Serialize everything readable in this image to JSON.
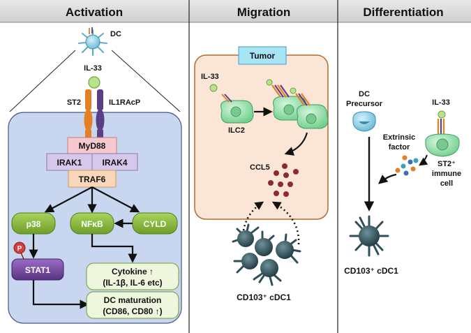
{
  "panels": {
    "activation": {
      "header": "Activation",
      "dc_label": "DC",
      "il33_label": "IL-33",
      "st2_label": "ST2",
      "il1racp_label": "IL1RAcP",
      "myd88": "MyD88",
      "irak1": "IRAK1",
      "irak4": "IRAK4",
      "traf6": "TRAF6",
      "p38": "p38",
      "nfkb": "NFκB",
      "cyld": "CYLD",
      "phospho": "P",
      "stat1": "STAT1",
      "cytokine_line1": "Cytokine ↑",
      "cytokine_line2": "(IL-1β, IL-6 etc)",
      "dcmat_line1": "DC maturation",
      "dcmat_line2": "(CD86, CD80 ↑)"
    },
    "migration": {
      "header": "Migration",
      "tumor_label": "Tumor",
      "il33_label": "IL-33",
      "ilc2_label": "ILC2",
      "ccl5_label": "CCL5",
      "cdc1_label": "CD103⁺ cDC1"
    },
    "differentiation": {
      "header": "Differentiation",
      "precursor_line1": "DC",
      "precursor_line2": "Precursor",
      "il33_label": "IL-33",
      "extrinsic_line1": "Extrinsic",
      "extrinsic_line2": "factor",
      "st2_line1": "ST2⁺",
      "st2_line2": "immune",
      "st2_line3": "cell",
      "cdc1_label": "CD103⁺ cDC1"
    }
  },
  "colors": {
    "header_bg": "#d9d9d9",
    "signal_box": "#c9d6f0",
    "myd88": "#f6c9ce",
    "irak": "#d6c8ea",
    "traf6": "#fad7b8",
    "green_node": "#8cbc3e",
    "stat1": "#7b4fa3",
    "outcome_box": "#eef7dd",
    "tumor_bg": "#fbe5d6",
    "tumor_border": "#b36b2d",
    "tumor_tag": "#a9e4f5",
    "cell_green": "#9ee0b0",
    "dc_dark": "#2f4f5a",
    "ccl5": "#8b2b2b",
    "st2_orange": "#e67e22",
    "il1racp_purple": "#5b3f86",
    "il33_green": "#b9e38a"
  }
}
